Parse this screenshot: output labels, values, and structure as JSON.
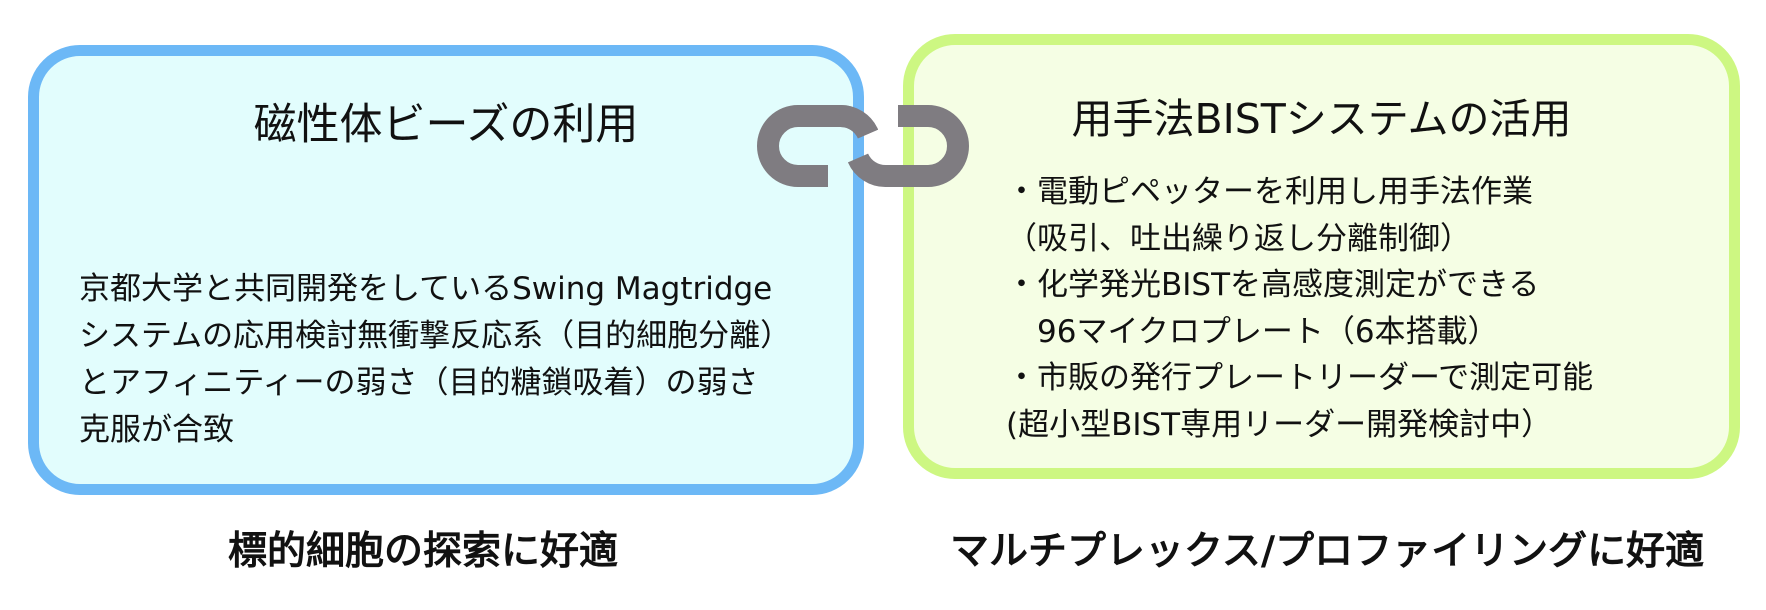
{
  "left_panel": {
    "title": "磁性体ビーズの利用",
    "lines": [
      "京都大学と共同開発をしているSwing Magtridge",
      "システムの応用検討無衝撃反応系（目的細胞分離）",
      "とアフィニティーの弱さ（目的糖鎖吸着）の弱さ",
      "克服が合致"
    ],
    "caption": "標的細胞の探索に好適",
    "border_color": "#6cb8f6",
    "fill_color": "#e2fdfd"
  },
  "right_panel": {
    "title": "用手法BISTシステムの活用",
    "lines": [
      "・電動ピペッターを利用し用手法作業",
      "（吸引、吐出繰り返し分離制御）",
      "・化学発光BISTを高感度測定ができる",
      "　96マイクロプレート（6本搭載）",
      "・市販の発行プレートリーダーで測定可能",
      "  (超小型BIST専用リーダー開発検討中）"
    ],
    "caption": "マルチプレックス/プロファイリングに好適",
    "border_color": "#cdf782",
    "fill_color": "#f5fee4"
  },
  "connector": {
    "icon": "chain-link-icon",
    "color": "#7f7c81"
  }
}
